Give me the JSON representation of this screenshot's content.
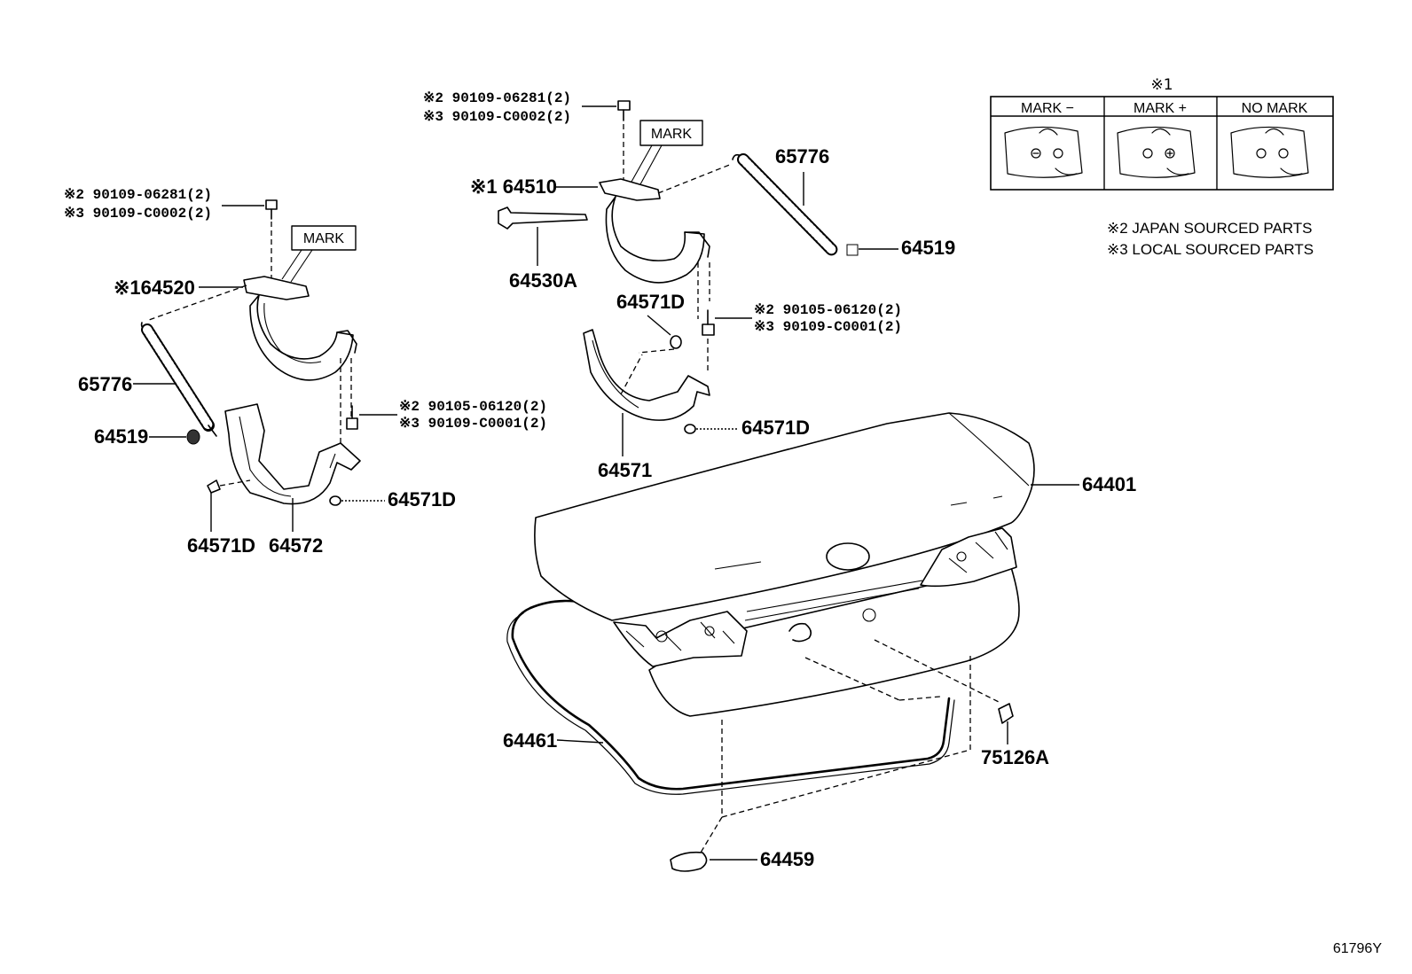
{
  "diagram": {
    "sheet_code": "61796Y",
    "legend": {
      "title": "※1",
      "columns": [
        "MARK −",
        "MARK +",
        "NO MARK"
      ]
    },
    "notes": [
      "※2 JAPAN SOURCED PARTS",
      "※3 LOCAL SOURCED PARTS"
    ],
    "mark_tag": "MARK",
    "parts": {
      "left_bolt_j": "※2 90109-06281(2)",
      "left_bolt_l": "※3 90109-C0002(2)",
      "left_hinge": "※164520",
      "left_spring": "65776",
      "left_bush": "64519",
      "left_bolt2_j": "※2  90105-06120(2)",
      "left_bolt2_l": "※3  90109-C0001(2)",
      "left_clip_right": "64571D",
      "left_clip_left": "64571D",
      "left_cover": "64572",
      "top_bolt_j": "※2 90109-06281(2)",
      "top_bolt_l": "※3 90109-C0002(2)",
      "top_hinge": "※1 64510",
      "top_rod": "64530A",
      "top_spring": "65776",
      "top_bush": "64519",
      "top_clip_upper": "64571D",
      "top_bolt2_j": "※2  90105-06120(2)",
      "top_bolt2_l": "※3  90109-C0001(2)",
      "top_clip_lower": "64571D",
      "top_cover": "64571",
      "lid": "64401",
      "weatherstrip": "64461",
      "plug": "75126A",
      "bumper": "64459"
    }
  }
}
